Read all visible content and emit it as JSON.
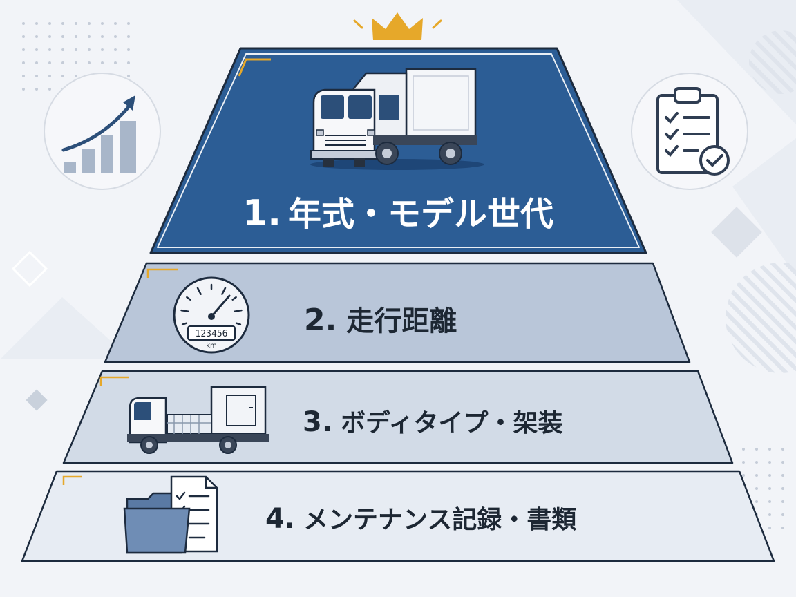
{
  "colors": {
    "background": "#f2f4f8",
    "tier1_fill": "#2c5d95",
    "tier2_fill": "#b9c6d9",
    "tier3_fill": "#d2dbe7",
    "tier4_fill": "#e7ecf3",
    "outline": "#1d2b3e",
    "accent_gold": "#e6a82a",
    "text_dark": "#1d2733",
    "text_light": "#ffffff"
  },
  "tiers": [
    {
      "number": "1.",
      "label": "年式・モデル世代",
      "icon": "box-truck-front-icon"
    },
    {
      "number": "2.",
      "label": "走行距離",
      "icon": "odometer-icon"
    },
    {
      "number": "3.",
      "label": "ボディタイプ・架装",
      "icon": "flatbed-box-truck-icon"
    },
    {
      "number": "4.",
      "label": "メンテナンス記録・書類",
      "icon": "folder-documents-icon"
    }
  ],
  "odometer": {
    "reading": "123456",
    "unit": "km"
  },
  "decorations": {
    "top": "crown-icon",
    "left": "growth-chart-icon",
    "right": "clipboard-checklist-icon"
  }
}
